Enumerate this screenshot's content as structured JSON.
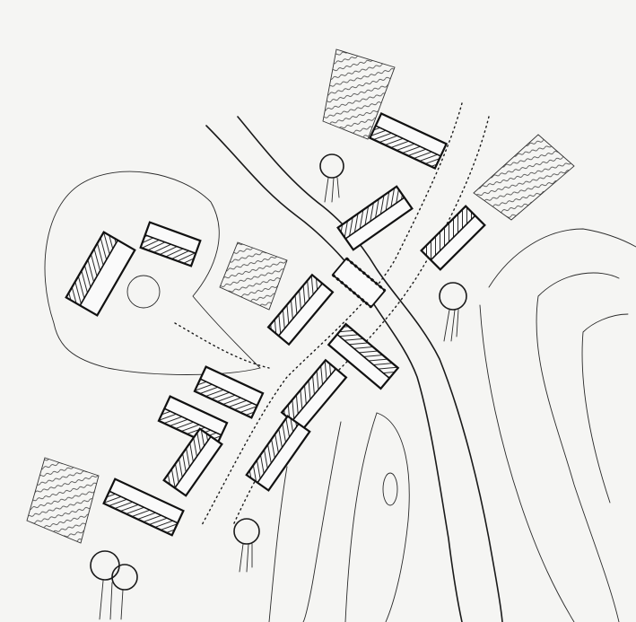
{
  "map": {
    "colors": {
      "background": "#f5f5f3",
      "ink": "#1a1a1a"
    },
    "features": [
      "river",
      "road",
      "bridge",
      "buildings",
      "trees",
      "fields",
      "contour-lines",
      "hill"
    ]
  }
}
